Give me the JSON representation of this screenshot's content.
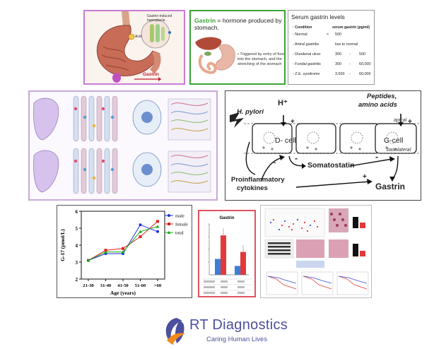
{
  "gastrin_panel": {
    "title_highlight": "Gastrin",
    "title_rest": " = hormone produced by stomach.",
    "note": "• Triggered by entry of food into the stomach, and the stretching of the stomach"
  },
  "stomach_panel": {
    "label_hyperplasia": "Gastrin-induced hyperplasia",
    "label_acid": "Acid",
    "label_gastrin": "Gastrin"
  },
  "serum_panel": {
    "title": "Serum gastrin levels",
    "col_condition": "Condition",
    "col_value": "serum gastrin (pg/ml)",
    "rows": [
      {
        "name": "Normal",
        "op": "<",
        "lo": "500",
        "dash": "",
        "hi": ""
      },
      {
        "name": "Antral gastritis",
        "op": "",
        "lo": "low to normal",
        "dash": "",
        "hi": ""
      },
      {
        "name": "Duodenal ulcer",
        "op": "",
        "lo": "300",
        "dash": "-",
        "hi": "500"
      },
      {
        "name": "Fundal gastritis",
        "op": "",
        "lo": "300",
        "dash": "-",
        "hi": "60,000"
      },
      {
        "name": "Z.E. syndrome",
        "op": "",
        "lo": "3,500",
        "dash": "-",
        "hi": "60,000"
      }
    ]
  },
  "cell_diagram": {
    "hpylori": "H. pylori",
    "hplus": "H⁺",
    "peptides": "Peptides,",
    "amino": "amino acids",
    "apical": "apical",
    "basolateral": "basolateral",
    "dcell": "D- cell",
    "gcell": "G-cell",
    "somatostatin": "Somatostatin",
    "proinflammatory": "Proinflammatory",
    "cytokines": "cytokines",
    "gastrin": "Gastrin",
    "plus": "+",
    "minus": "-"
  },
  "chart_data": {
    "type": "line",
    "categories": [
      "21-30",
      "31-40",
      "41-50",
      "51-60",
      ">60"
    ],
    "xlabel": "Age (years)",
    "ylabel": "G-17 (pmol/L)",
    "ylim": [
      2,
      6
    ],
    "yticks": [
      2,
      3,
      4,
      5,
      6
    ],
    "legend_position": "top-right",
    "series": [
      {
        "name": "male",
        "color": "#1f2ee0",
        "marker": "circle",
        "values": [
          3.1,
          3.5,
          3.5,
          5.2,
          4.8
        ]
      },
      {
        "name": "female",
        "color": "#e02020",
        "marker": "square",
        "values": [
          3.1,
          3.7,
          3.8,
          4.5,
          5.4
        ]
      },
      {
        "name": "total",
        "color": "#1aaa1a",
        "marker": "triangle",
        "values": [
          3.1,
          3.6,
          3.6,
          4.8,
          5.1
        ]
      }
    ]
  },
  "bar_panel": {
    "title": "Gastrin",
    "bar_blue": "#3a7fd5",
    "bar_red": "#e23a3a",
    "groups": [
      {
        "blue": 0.25,
        "red": 0.62
      },
      {
        "blue": 0.14,
        "red": 0.36
      }
    ]
  },
  "logo": {
    "name": "RT Diagnostics",
    "tagline": "Caring Human Lives",
    "color": "#4b4f9e",
    "accent": "#f08a1c"
  }
}
